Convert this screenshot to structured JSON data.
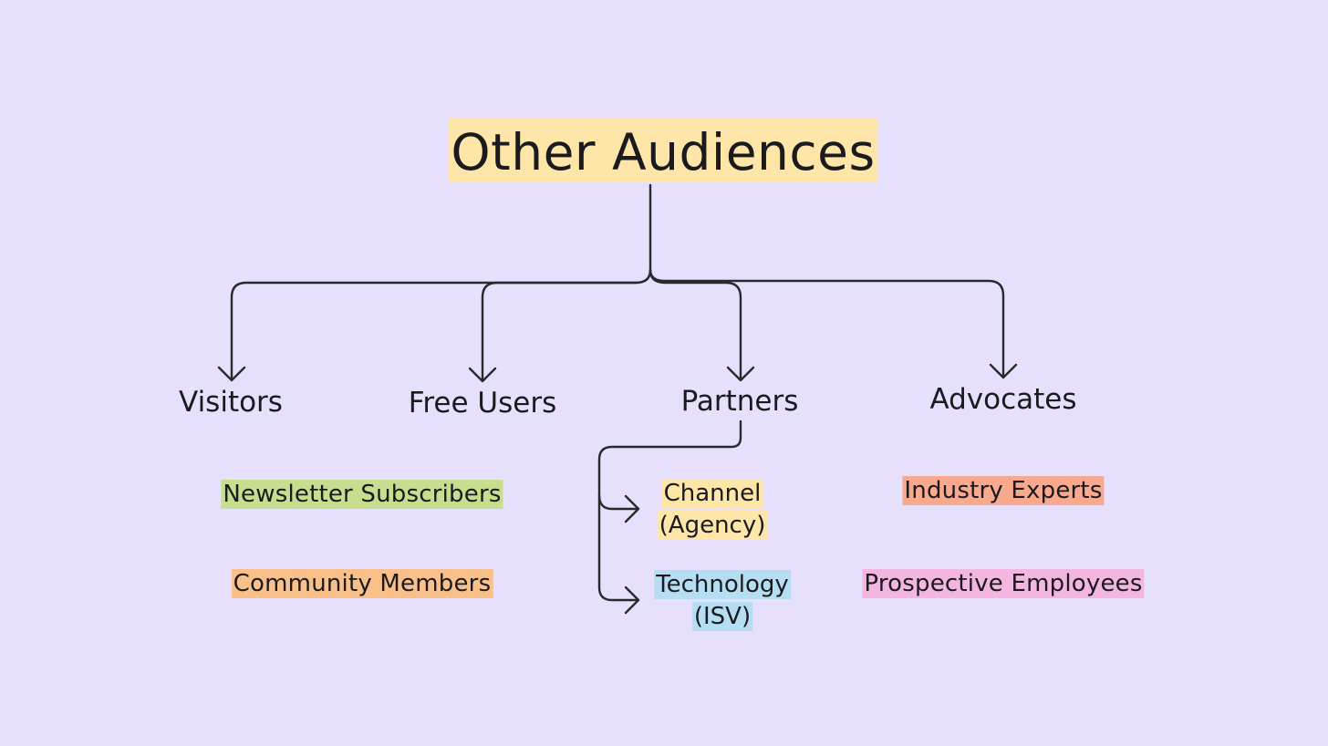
{
  "title": {
    "text": "Other Audiences",
    "color": "#fde6a8"
  },
  "audiences": [
    {
      "label": "Visitors"
    },
    {
      "label": "Free Users"
    },
    {
      "label": "Partners"
    },
    {
      "label": "Advocates"
    }
  ],
  "visitor_segments": [
    {
      "label": "Newsletter Subscribers",
      "color": "#c6de8e"
    },
    {
      "label": "Community Members",
      "color": "#f9c08a"
    }
  ],
  "partner_types": [
    {
      "line1": "Channel",
      "line2": "(Agency)",
      "color": "#fde6a8"
    },
    {
      "line1": "Technology",
      "line2": "(ISV)",
      "color": "#b6def2"
    }
  ],
  "advocate_segments": [
    {
      "label": "Industry Experts",
      "color": "#f8a98e"
    },
    {
      "label": "Prospective Employees",
      "color": "#f2b6e1"
    }
  ],
  "colors": {
    "background": "#e6e0fc",
    "line": "#2a2a2e",
    "text": "#1b1b1f"
  }
}
